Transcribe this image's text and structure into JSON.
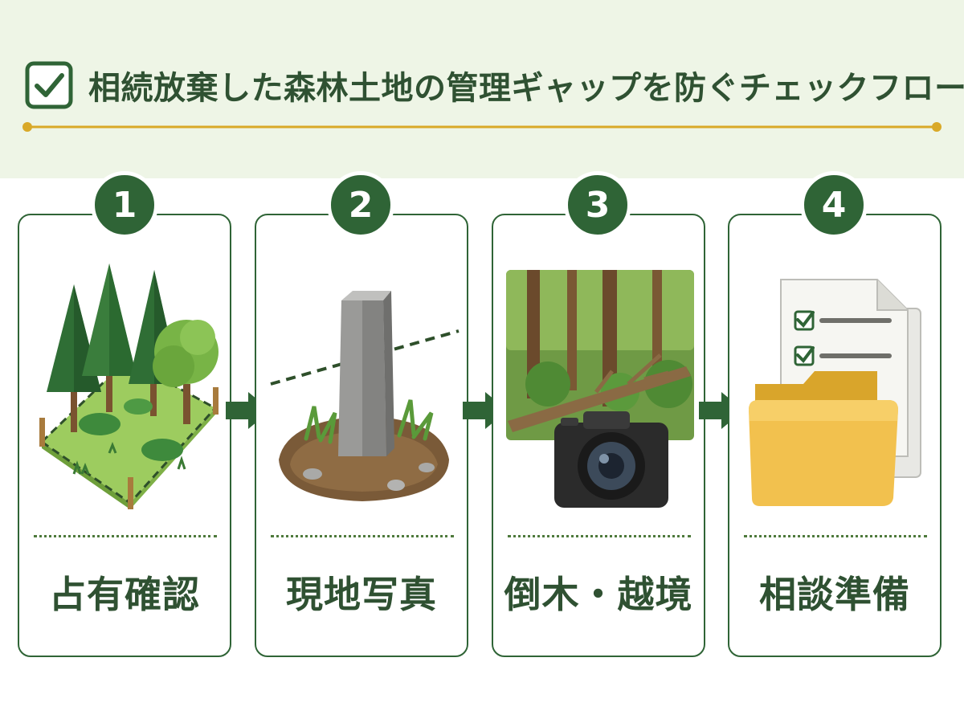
{
  "title": "相続放棄した森林土地の管理ギャップを防ぐチェックフロー",
  "steps": [
    {
      "number": "1",
      "label": "占有確認",
      "illustration": "forest-plot-icon"
    },
    {
      "number": "2",
      "label": "現地写真",
      "illustration": "boundary-marker-icon"
    },
    {
      "number": "3",
      "label": "倒木・越境",
      "illustration": "fallen-tree-camera-icon"
    },
    {
      "number": "4",
      "label": "相談準備",
      "illustration": "documents-folder-icon"
    }
  ],
  "colors": {
    "primary_green": "#2f6436",
    "header_background": "#eef5e6",
    "accent_gold": "#d9a928",
    "title_text": "#2f5132"
  },
  "icons": {
    "title": "checkbox-icon",
    "flow_arrow": "arrow-right-icon"
  }
}
